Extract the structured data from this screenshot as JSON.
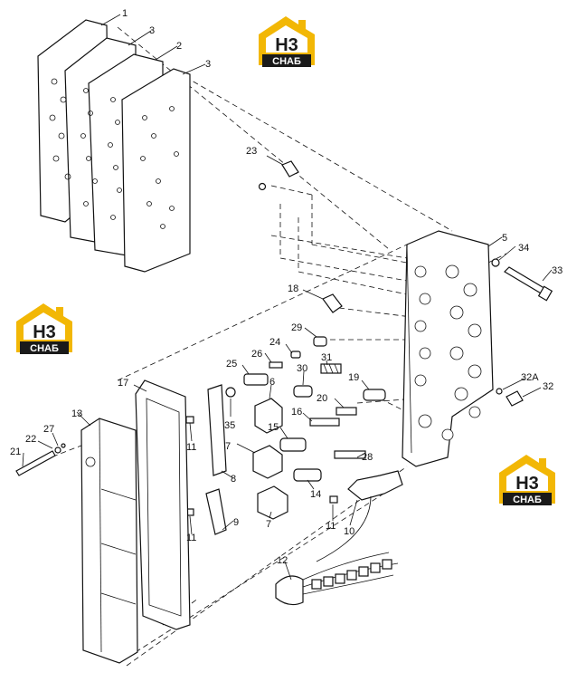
{
  "logo": {
    "mark": "H3",
    "label": "CHAБ",
    "colors": {
      "yellow": "#f2b705",
      "dark": "#1a1a1a",
      "white": "#ffffff"
    }
  },
  "callouts": {
    "p1": "1",
    "p2": "2",
    "p3a": "3",
    "p3b": "3",
    "p5": "5",
    "p6": "6",
    "p7a": "7",
    "p7b": "7",
    "p8": "8",
    "p9": "9",
    "p10": "10",
    "p11a": "11",
    "p11b": "11",
    "p11c": "11",
    "p12": "12",
    "p13": "13",
    "p14": "14",
    "p15": "15",
    "p16": "16",
    "p17": "17",
    "p18": "18",
    "p19": "19",
    "p20": "20",
    "p21": "21",
    "p22": "22",
    "p23": "23",
    "p24": "24",
    "p25": "25",
    "p26": "26",
    "p27": "27",
    "p28": "28",
    "p29": "29",
    "p30": "30",
    "p31": "31",
    "p32": "32",
    "p32a": "32A",
    "p33": "33",
    "p34": "34",
    "p35": "35"
  }
}
